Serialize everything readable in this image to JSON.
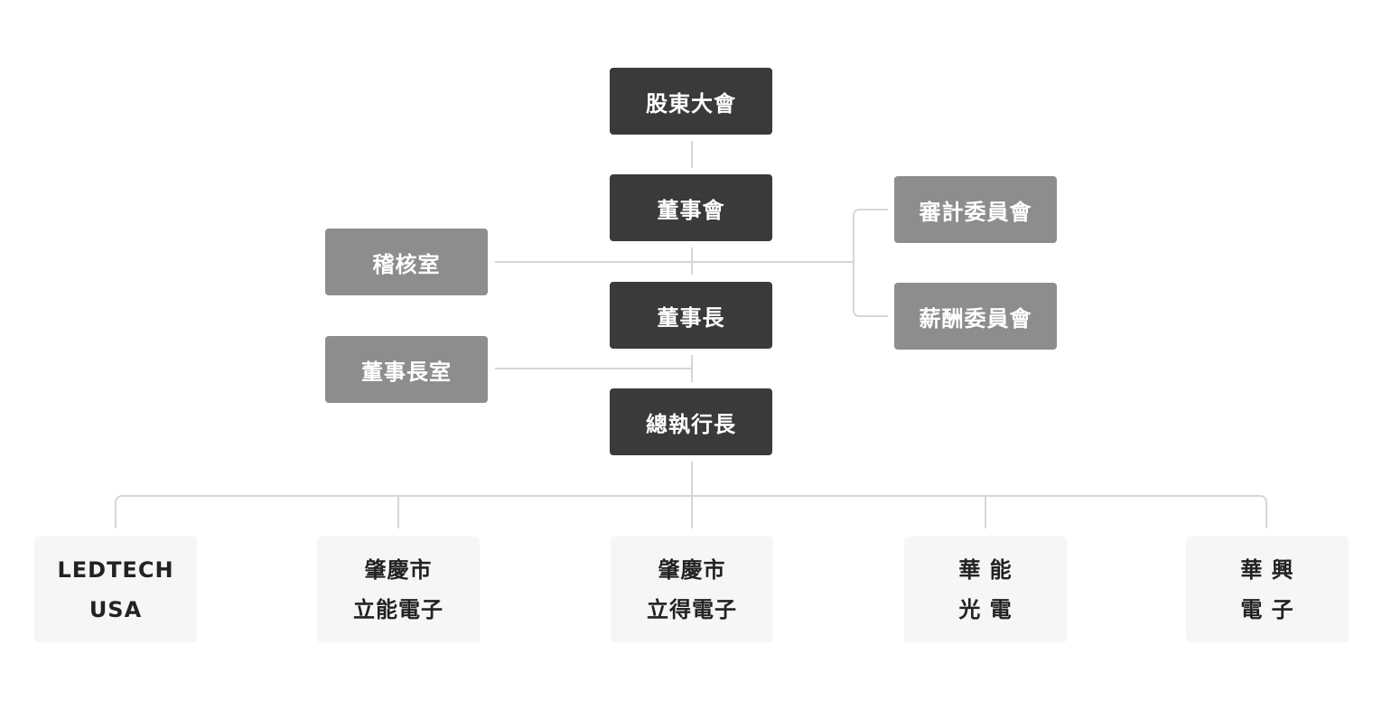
{
  "chain": {
    "shareholders": "股東大會",
    "board": "董事會",
    "chairman": "董事長",
    "ceo": "總執行長"
  },
  "side_units": {
    "audit_office": "稽核室",
    "chairman_office": "董事長室"
  },
  "committees": {
    "audit": "審計委員會",
    "compensation": "薪酬委員會"
  },
  "subsidiaries": [
    {
      "line1": "LEDTECH",
      "line2": "USA"
    },
    {
      "line1": "肇慶市",
      "line2": "立能電子"
    },
    {
      "line1": "肇慶市",
      "line2": "立得電子"
    },
    {
      "line1": "華 能",
      "line2": "光 電"
    },
    {
      "line1": "華 興",
      "line2": "電 子"
    }
  ],
  "colors": {
    "core": "#3a3a3a",
    "support": "#8d8d8d",
    "subsidiary": "#f6f6f6",
    "connector": "#d6d6d6"
  }
}
